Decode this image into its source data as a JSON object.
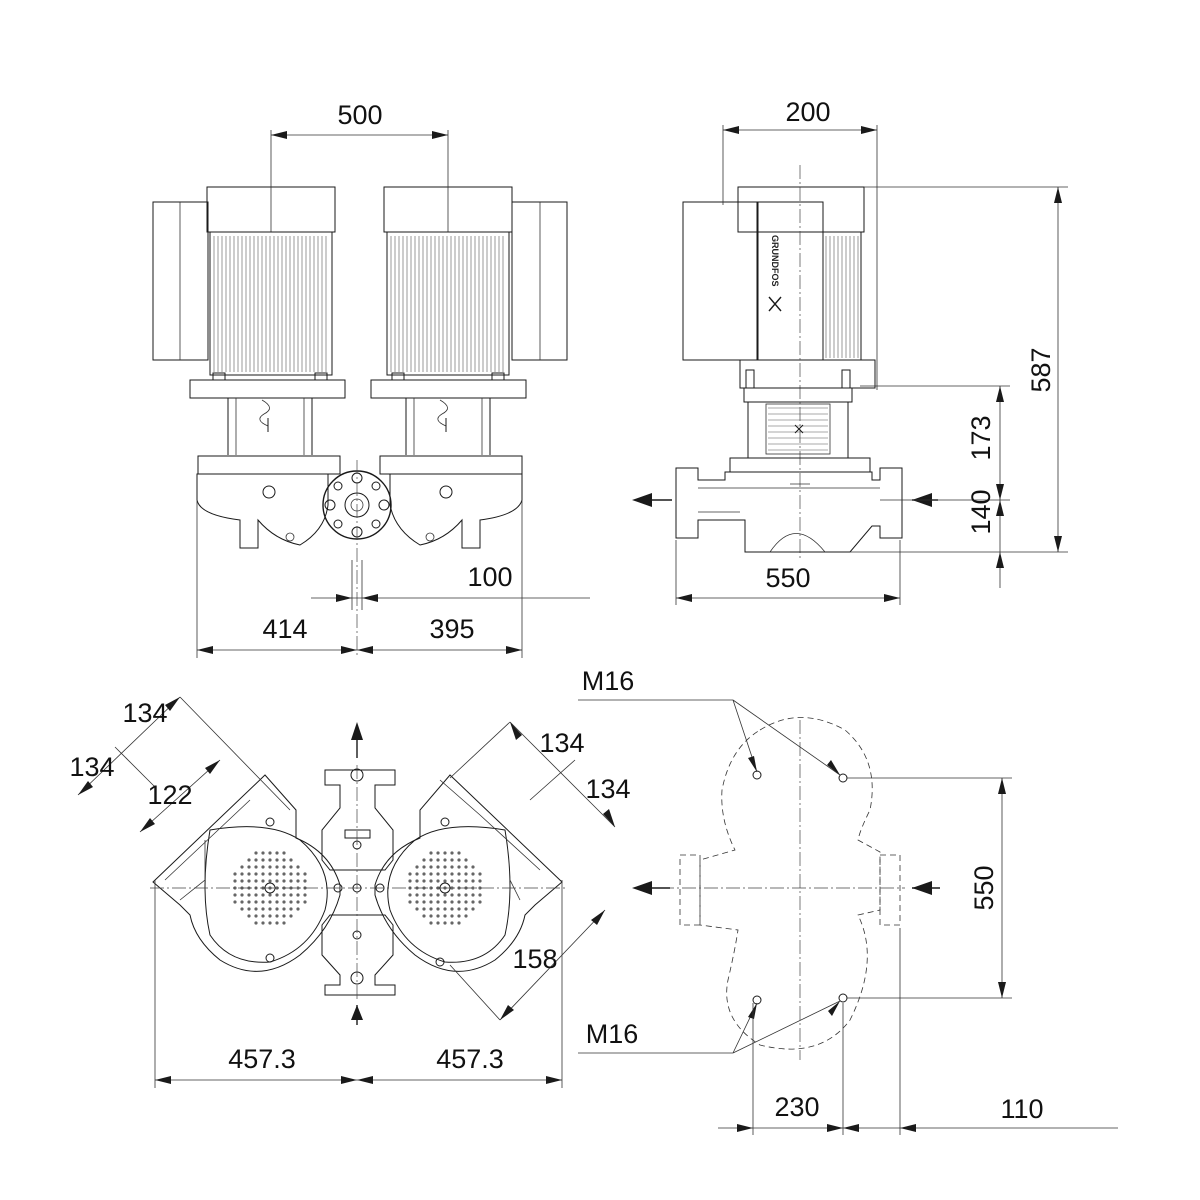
{
  "front_view": {
    "dim_motor_spacing": "500",
    "dim_left_width": "414",
    "dim_right_width": "395",
    "dim_port_offset": "100"
  },
  "side_view": {
    "dim_motor_depth": "200",
    "dim_total_height": "587",
    "dim_motor_to_port": "173",
    "dim_port_height": "140",
    "dim_port_to_port": "550",
    "brand_label": "GRUNDFOS",
    "logo_icon": "grundfos-x-logo"
  },
  "top_view": {
    "dim_clearance_a1": "134",
    "dim_clearance_a2": "134",
    "dim_clearance_b1": "134",
    "dim_clearance_b2": "134",
    "dim_pump_head": "122",
    "dim_diagonal": "158",
    "dim_left_half": "457.3",
    "dim_right_half": "457.3"
  },
  "foundation_view": {
    "bolt_label_top": "M16",
    "bolt_label_bottom": "M16",
    "dim_bolt_spacing_v": "550",
    "dim_bolt_spacing_h": "230",
    "dim_bolt_offset": "110"
  },
  "colors": {
    "line": "#1a1a1a",
    "background": "#ffffff"
  }
}
